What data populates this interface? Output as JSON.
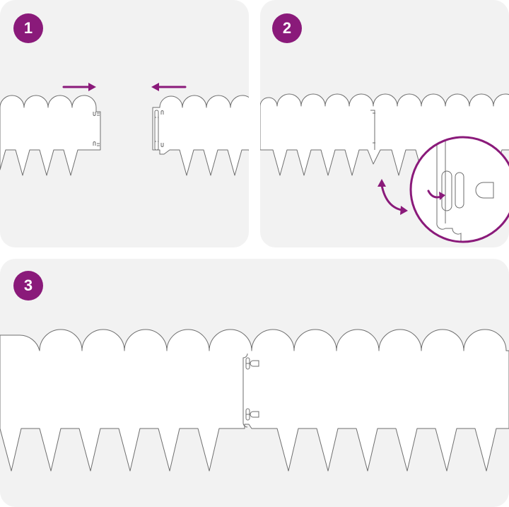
{
  "colors": {
    "accent": "#8a1a7a",
    "panel_background": "#f2f2f2",
    "edging_fill": "#ffffff",
    "edging_stroke": "#6e6e6e"
  },
  "steps": [
    {
      "number": "1"
    },
    {
      "number": "2"
    },
    {
      "number": "3"
    }
  ],
  "icons": {
    "push_left": "arrow-right-icon",
    "push_right": "arrow-left-icon",
    "rotate": "curved-double-arrow-icon",
    "zoom": "magnifier-callout-icon"
  }
}
